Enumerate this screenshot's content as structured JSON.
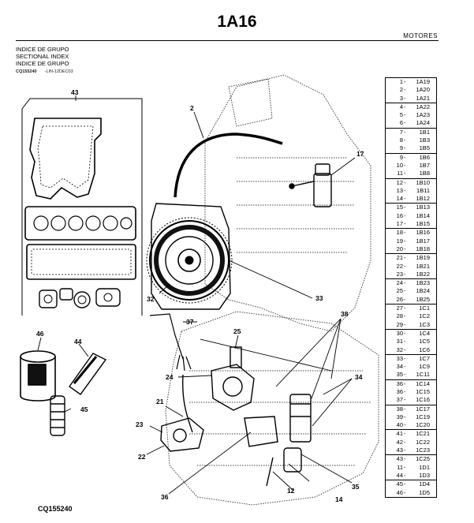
{
  "page": {
    "title": "1A16",
    "section": "MOTORES",
    "figure_code": "CQ155240"
  },
  "index_block": {
    "line1": "INDICE DE GRUPO",
    "line2": "SECTIONAL INDEX",
    "line3": "INDICE DE GRUPO",
    "code": "CQ155240",
    "revision": "-LIN-12DEC03"
  },
  "callouts": [
    "2",
    "12",
    "14",
    "17",
    "21",
    "22",
    "23",
    "24",
    "25",
    "32",
    "33",
    "34",
    "35",
    "36",
    "37",
    "38",
    "43",
    "44",
    "45",
    "46"
  ],
  "reference_table": [
    [
      [
        "1",
        "1A19"
      ],
      [
        "2",
        "1A20"
      ],
      [
        "3",
        "1A21"
      ]
    ],
    [
      [
        "4",
        "1A22"
      ],
      [
        "5",
        "1A23"
      ],
      [
        "6",
        "1A24"
      ]
    ],
    [
      [
        "7",
        "1B1"
      ],
      [
        "8",
        "1B3"
      ],
      [
        "9",
        "1B5"
      ]
    ],
    [
      [
        "9",
        "1B6"
      ],
      [
        "10",
        "1B7"
      ],
      [
        "11",
        "1B8"
      ]
    ],
    [
      [
        "12",
        "1B10"
      ],
      [
        "13",
        "1B11"
      ],
      [
        "14",
        "1B12"
      ]
    ],
    [
      [
        "15",
        "1B13"
      ],
      [
        "16",
        "1B14"
      ],
      [
        "17",
        "1B15"
      ]
    ],
    [
      [
        "18",
        "1B16"
      ],
      [
        "19",
        "1B17"
      ],
      [
        "20",
        "1B18"
      ]
    ],
    [
      [
        "21",
        "1B19"
      ],
      [
        "22",
        "1B21"
      ],
      [
        "23",
        "1B22"
      ]
    ],
    [
      [
        "24",
        "1B23"
      ],
      [
        "25",
        "1B24"
      ],
      [
        "26",
        "1B25"
      ]
    ],
    [
      [
        "27",
        "1C1"
      ],
      [
        "28",
        "1C2"
      ],
      [
        "29",
        "1C3"
      ]
    ],
    [
      [
        "30",
        "1C4"
      ],
      [
        "31",
        "1C5"
      ],
      [
        "32",
        "1C6"
      ]
    ],
    [
      [
        "33",
        "1C7"
      ],
      [
        "34",
        "1C9"
      ],
      [
        "35",
        "1C11"
      ]
    ],
    [
      [
        "36",
        "1C14"
      ],
      [
        "36",
        "1C15"
      ],
      [
        "37",
        "1C16"
      ]
    ],
    [
      [
        "38",
        "1C17"
      ],
      [
        "39",
        "1C19"
      ],
      [
        "40",
        "1C20"
      ]
    ],
    [
      [
        "41",
        "1C21"
      ],
      [
        "42",
        "1C22"
      ],
      [
        "43",
        "1C23"
      ]
    ],
    [
      [
        "43",
        "1C25"
      ],
      [
        "11",
        "1D1"
      ],
      [
        "44",
        "1D3"
      ]
    ],
    [
      [
        "45",
        "1D4"
      ],
      [
        "46",
        "1D5"
      ]
    ]
  ]
}
